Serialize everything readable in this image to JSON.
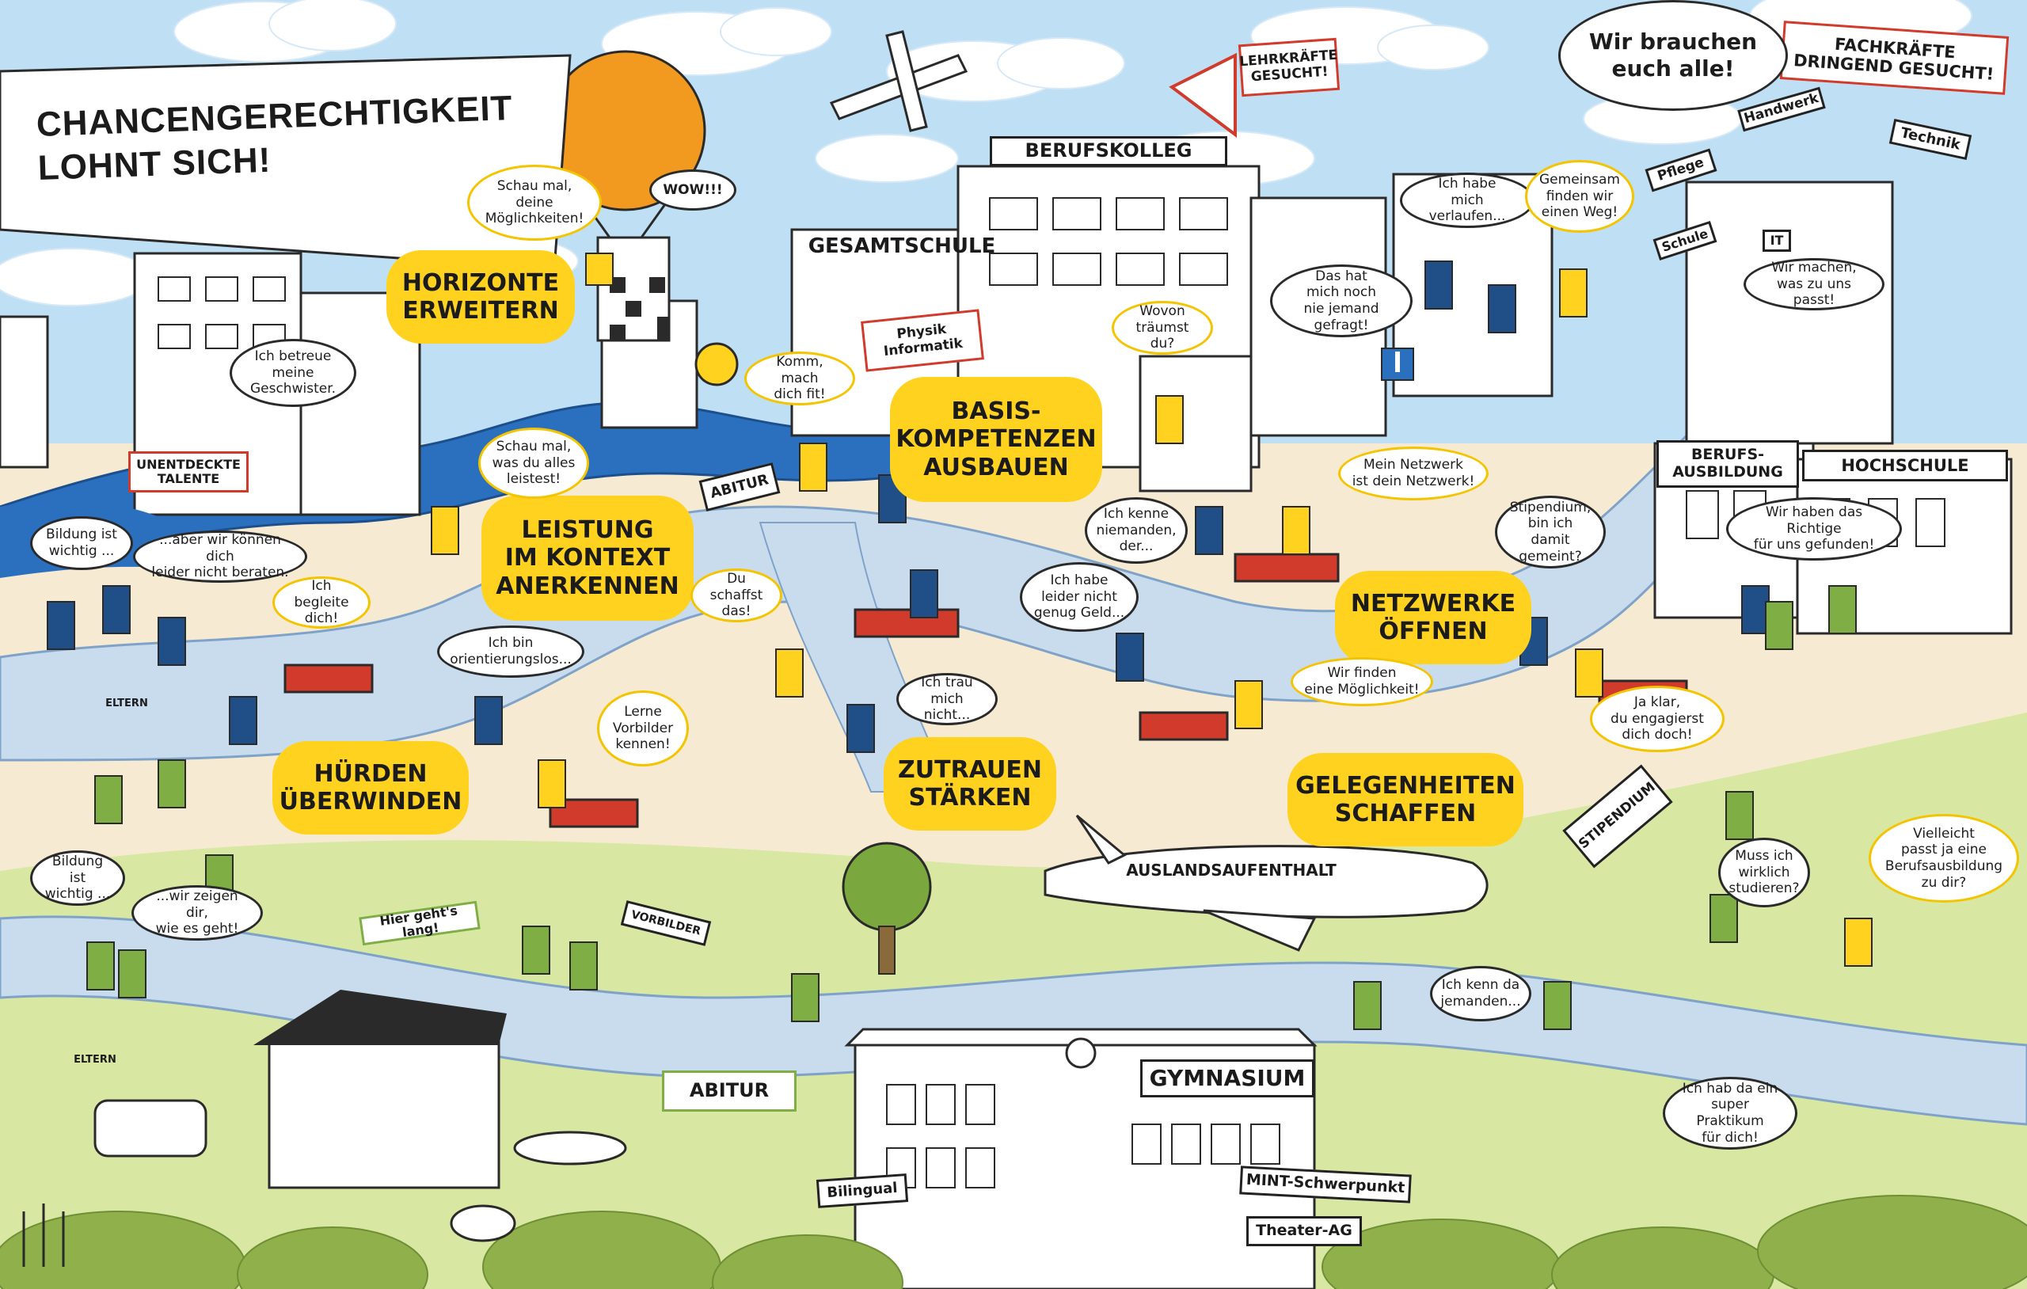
{
  "title": "CHANCENGERECHTIGKEIT\nLOHNT SICH!",
  "colors": {
    "sky": "#bfe0f4",
    "cloud": "#ffffff",
    "sand": "#f6ead2",
    "path": "#c8dcee",
    "water": "#2b6fbf",
    "grass": "#d8e8a2",
    "bush": "#8fb04a",
    "accent_yellow": "#ffd21f",
    "shirt_blue": "#1f4f86",
    "shirt_green": "#7fae45",
    "barrier_red": "#d13b2b",
    "balloon_orange": "#f29a1f"
  },
  "themes": {
    "horizonte": "HORIZONTE\nERWEITERN",
    "basis": "BASIS-\nKOMPETENZEN\nAUSBAUEN",
    "leistung": "LEISTUNG\nIM KONTEXT\nANERKENNEN",
    "netzwerke": "NETZWERKE\nÖFFNEN",
    "huerden": "HÜRDEN\nÜBERWINDEN",
    "zutrauen": "ZUTRAUEN\nSTÄRKEN",
    "gelegenheiten": "GELEGENHEITEN\nSCHAFFEN"
  },
  "buildings": {
    "berufskolleg": "BERUFSKOLLEG",
    "gesamtschule": "GESAMTSCHULE",
    "berufsausbildung": "BERUFS-\nAUSBILDUNG",
    "hochschule": "HOCHSCHULE",
    "gymnasium": "GYMNASIUM",
    "physik": "Physik\nInformatik"
  },
  "signs": {
    "lehrkraefte": "LEHRKRÄFTE\nGESUCHT!",
    "fachkraefte": "FACHKRÄFTE\nDRINGEND GESUCHT!",
    "unentdeckte": "UNENTDECKTE\nTALENTE",
    "abitur_small": "ABITUR",
    "abitur_big": "ABITUR",
    "hier_gehts": "Hier geht's lang!",
    "vorbilder": "VORBILDER",
    "stipendium": "STIPENDIUM",
    "auslandsaufenthalt": "AUSLANDSAUFENTHALT",
    "bilingual": "Bilingual",
    "mint": "MINT-Schwerpunkt",
    "theater": "Theater-AG",
    "eltern_1": "ELTERN",
    "eltern_2": "ELTERN",
    "pflege": "Pflege",
    "handwerk": "Handwerk",
    "technik": "Technik",
    "schule": "Schule",
    "it": "IT"
  },
  "bubbles": {
    "wir_brauchen": "Wir brauchen\neuch alle!",
    "schau_moeglichkeiten": "Schau mal,\ndeine\nMöglichkeiten!",
    "wow": "WOW!!!",
    "ich_betreue": "Ich betreue\nmeine\nGeschwister.",
    "ich_habe_verlaufen": "Ich habe\nmich verlaufen...",
    "gemeinsam": "Gemeinsam\nfinden wir\neinen Weg!",
    "wir_machen": "Wir machen,\nwas zu uns passt!",
    "das_hat": "Das hat\nmich noch\nnie jemand gefragt!",
    "wovon": "Wovon\nträumst du?",
    "komm_mach": "Komm, mach\ndich fit!",
    "schau_leistest": "Schau mal,\nwas du alles\nleistest!",
    "mein_netzwerk": "Mein Netzwerk\nist dein Netzwerk!",
    "ich_kenne_niemanden": "Ich kenne\nniemanden,\nder...",
    "stipendium_frage": "Stipendium,\nbin ich damit\ngemeint?",
    "wir_haben_richtige": "Wir haben das Richtige\nfür uns gefunden!",
    "bildung_wichtig_1": "Bildung ist\nwichtig ...",
    "aber_nicht_beraten": "...aber wir können dich\nleider nicht beraten.",
    "ich_begleite": "Ich begleite\ndich!",
    "du_schaffst": "Du schaffst\ndas!",
    "ich_habe_geld": "Ich habe\nleider nicht\ngenug Geld...",
    "ich_bin_orientierungslos": "Ich bin\norientierungslos...",
    "ich_trau": "Ich trau\nmich nicht...",
    "wir_finden": "Wir finden\neine Möglichkeit!",
    "ja_klar": "Ja klar,\ndu engagierst\ndich doch!",
    "lerne_vorbilder": "Lerne\nVorbilder\nkennen!",
    "bildung_wichtig_2": "Bildung\nist wichtig ...",
    "wir_zeigen": "...wir zeigen dir,\nwie es geht!",
    "muss_ich": "Muss ich\nwirklich\nstudieren?",
    "vielleicht": "Vielleicht\npasst ja eine\nBerufsausbildung\nzu dir?",
    "ich_kenn_da": "Ich kenn da\njemanden...",
    "ich_hab_praktikum": "Ich hab da ein\nsuper Praktikum\nfür dich!"
  }
}
